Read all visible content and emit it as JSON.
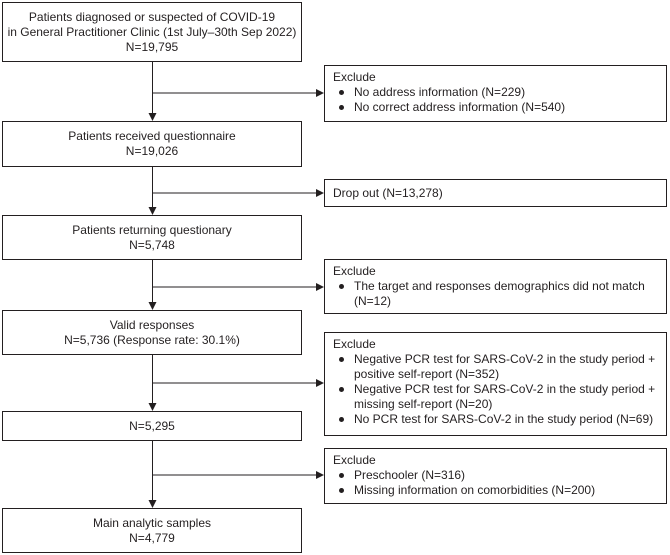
{
  "main_boxes": [
    {
      "lines": [
        "Patients diagnosed or suspected of COVID-19",
        "in General Practitioner Clinic (1st July–30th Sep 2022)",
        "N=19,795"
      ]
    },
    {
      "lines": [
        "Patients received questionnaire",
        "N=19,026"
      ]
    },
    {
      "lines": [
        "Patients returning questionary",
        "N=5,748"
      ]
    },
    {
      "lines": [
        "Valid responses",
        "N=5,736 (Response rate: 30.1%)"
      ]
    },
    {
      "lines": [
        "N=5,295"
      ]
    },
    {
      "lines": [
        "Main analytic samples",
        "N=4,779"
      ]
    }
  ],
  "side_boxes": [
    {
      "heading": "Exclude",
      "items": [
        "No address information (N=229)",
        "No correct address information (N=540)"
      ]
    },
    {
      "heading": "Drop out (N=13,278)",
      "items": []
    },
    {
      "heading": "Exclude",
      "items": [
        "The target and responses demographics did not match (N=12)"
      ]
    },
    {
      "heading": "Exclude",
      "items": [
        "Negative PCR test for SARS-CoV-2 in the study period + positive self-report (N=352)",
        "Negative PCR test for SARS-CoV-2 in the study period + missing self-report (N=20)",
        "No PCR test for SARS-CoV-2 in the study period (N=69)"
      ]
    },
    {
      "heading": "Exclude",
      "items": [
        "Preschooler (N=316)",
        "Missing information on comorbidities (N=200)"
      ]
    }
  ]
}
